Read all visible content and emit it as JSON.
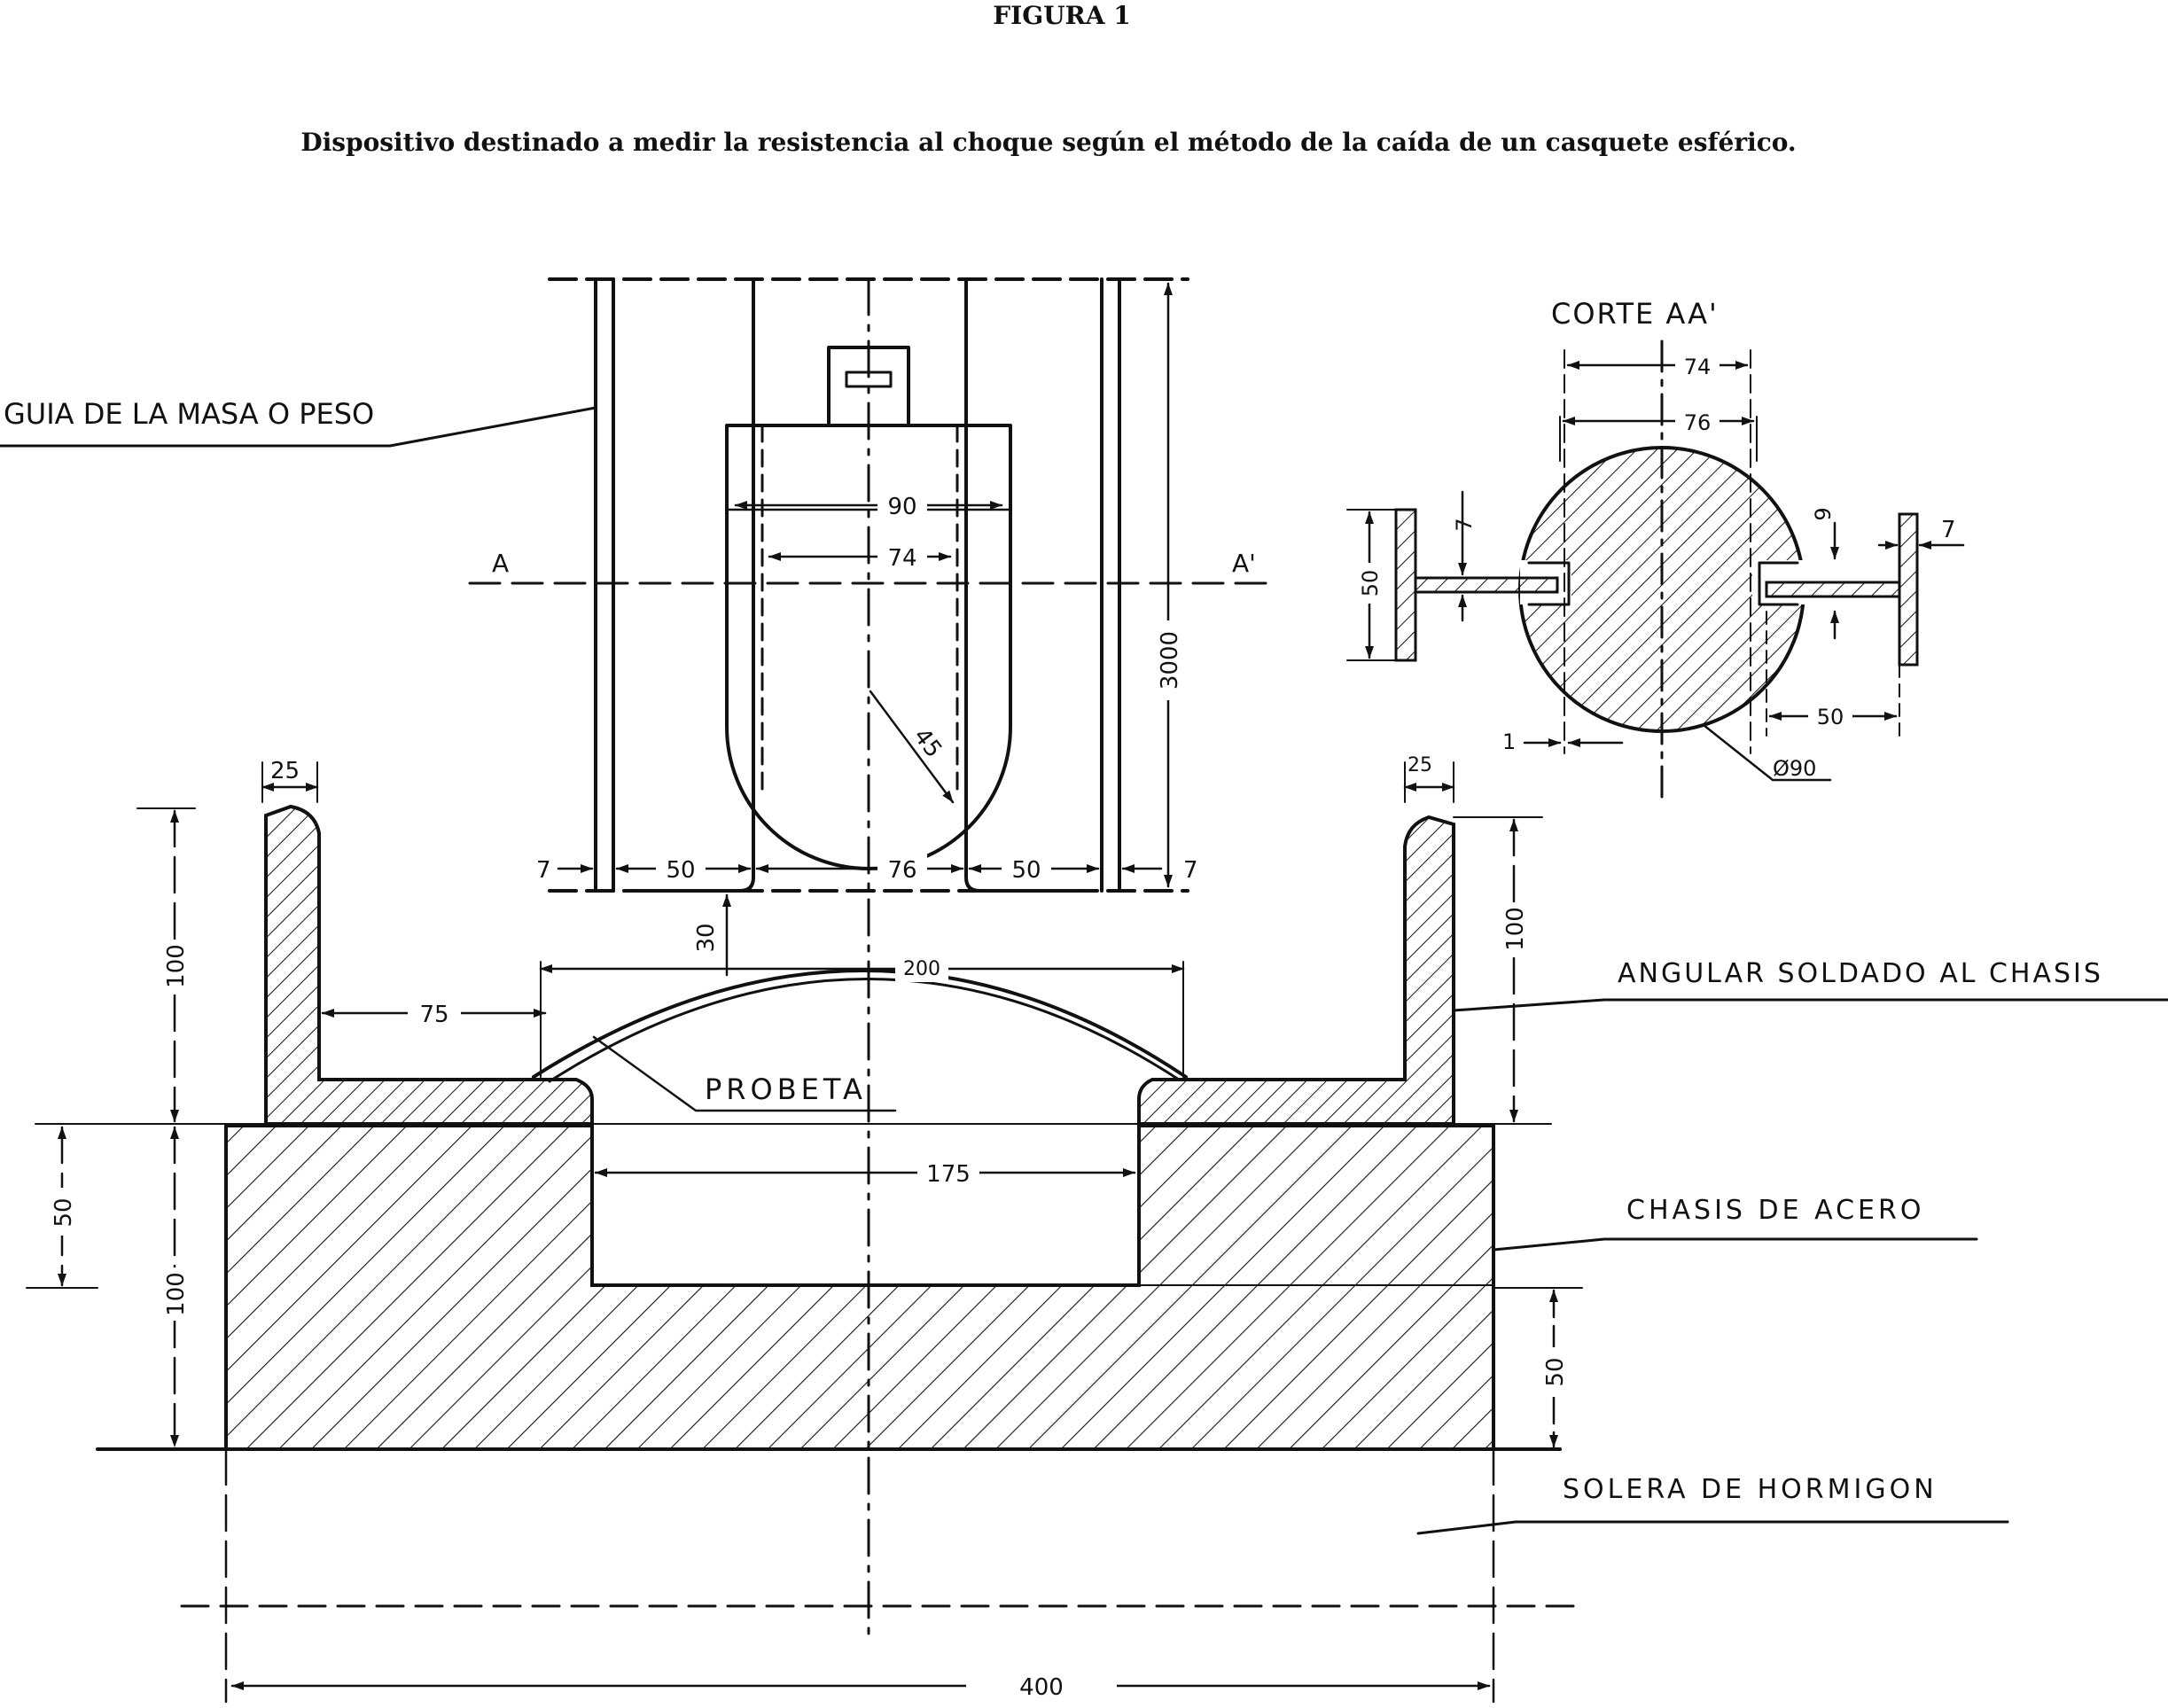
{
  "figure": {
    "title": "FIGURA 1",
    "caption": "Dispositivo destinado a medir la resistencia al choque según el método de la caída de un casquete esférico."
  },
  "labels": {
    "guide": "GUIA DE LA MASA O PESO",
    "section_title": "CORTE AA'",
    "section_a": "A",
    "section_a_prime": "A'",
    "specimen": "PROBETA",
    "angle": "ANGULAR SOLDADO AL CHASIS",
    "chassis": "CHASIS DE ACERO",
    "base": "SOLERA DE HORMIGON"
  },
  "dimensions": {
    "fall_height": "3000",
    "mass_width": "90",
    "mass_inner": "74",
    "mass_radius": "45",
    "guide_gap_left": "7",
    "guide_gap_right": "7",
    "guide_offset_left": "50",
    "guide_offset_right": "50",
    "mass_bottom_width": "76",
    "drop_clearance": "30",
    "specimen_span": "200",
    "angle_inset": "75",
    "angle_thick_left": "25",
    "angle_thick_right": "25",
    "angle_height_left": "100",
    "angle_height_right": "100",
    "chassis_height": "100",
    "chassis_step": "50",
    "recess_width": "175",
    "recess_depth": "50",
    "base_width": "400",
    "sec_74": "74",
    "sec_76": "76",
    "sec_7_top": "7",
    "sec_7_right": "7",
    "sec_50_left": "50",
    "sec_9": "9",
    "sec_50_bottom": "50",
    "sec_1": "1",
    "sec_diameter": "Ø90"
  }
}
